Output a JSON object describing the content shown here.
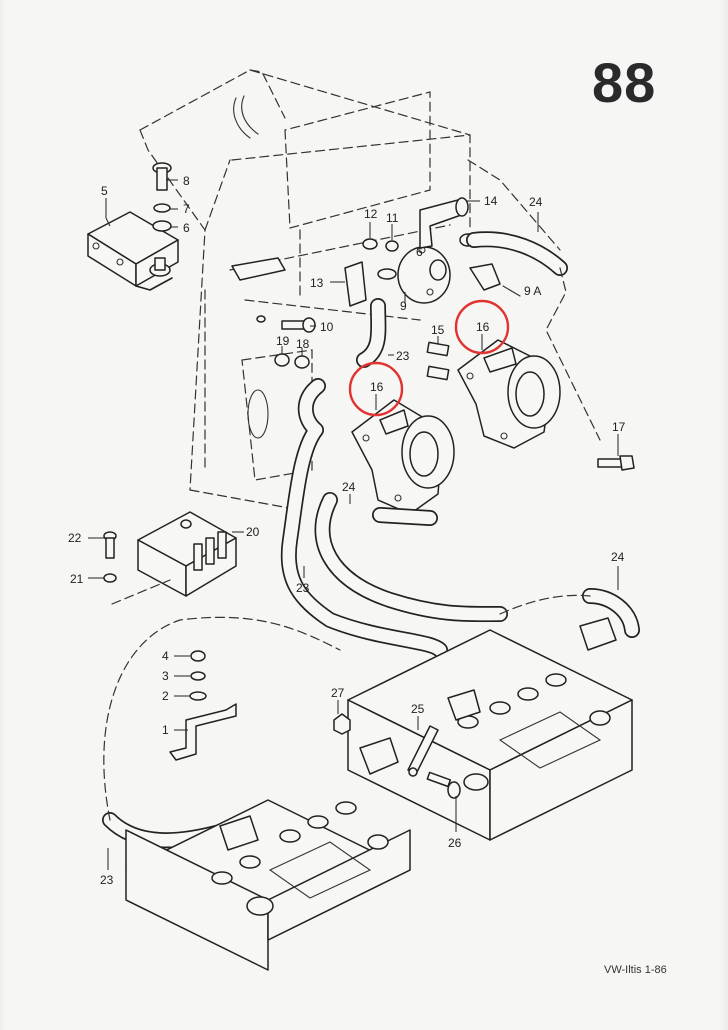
{
  "page_number": "88",
  "footer": "VW-Iltis 1-86",
  "highlight_color": "#e0322f",
  "callouts": {
    "n1": "1",
    "n2": "2",
    "n3": "3",
    "n4": "4",
    "n5": "5",
    "n6": "6",
    "n6b": "6",
    "n7": "7",
    "n8": "8",
    "n9": "9",
    "n9a": "9 A",
    "n10": "10",
    "n11": "11",
    "n12": "12",
    "n13": "13",
    "n14": "14",
    "n15": "15",
    "n16a": "16",
    "n16b": "16",
    "n17": "17",
    "n18": "18",
    "n19": "19",
    "n20": "20",
    "n21": "21",
    "n22": "22",
    "n23a": "23",
    "n23b": "23",
    "n23c": "23",
    "n24a": "24",
    "n24b": "24",
    "n24c": "24",
    "n25": "25",
    "n26": "26",
    "n27": "27"
  }
}
